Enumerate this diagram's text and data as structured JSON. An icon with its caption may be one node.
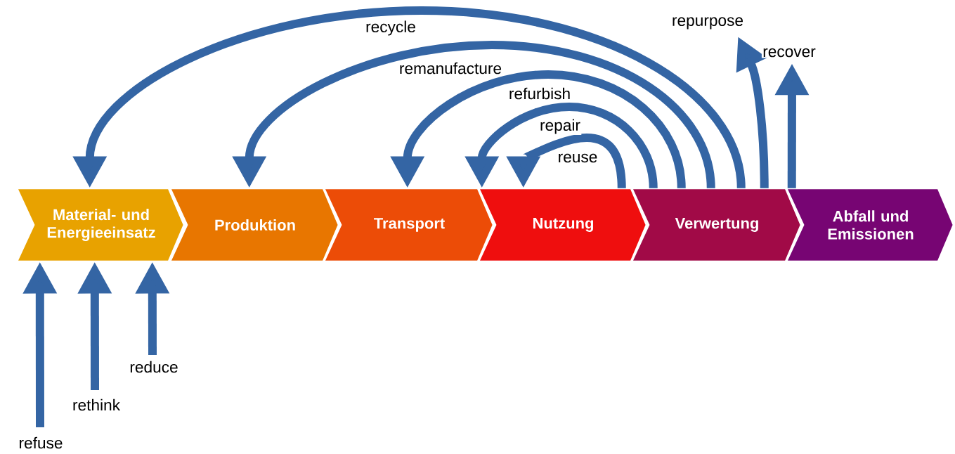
{
  "diagram": {
    "nodes": [
      {
        "text": [
          "Material- und Energieeinsatz"
        ]
      },
      {
        "text": [
          "Produktion"
        ]
      },
      {
        "text": [
          "Transport"
        ]
      },
      {
        "text": [
          "Nutzung"
        ]
      },
      {
        "text": [
          "Verwertung"
        ]
      },
      {
        "text": [
          "Abfall und Emissionen"
        ]
      }
    ],
    "edges": [
      {
        "from": 3,
        "to": 3,
        "arrow": "to",
        "label": "reuse"
      },
      {
        "from": 4,
        "to": 3,
        "arrow": "to",
        "label": "repair"
      },
      {
        "from": 4,
        "to": 2,
        "arrow": "to",
        "label": "refurbish"
      },
      {
        "from": 4,
        "to": 1,
        "arrow": "to",
        "label": "remanufacture"
      },
      {
        "from": 4,
        "to": 0,
        "arrow": "to",
        "label": "recycle"
      },
      {
        "from": 4,
        "to": null,
        "arrow": "to",
        "label": "repurpose"
      },
      {
        "from": 5,
        "to": null,
        "arrow": "to",
        "label": "recover"
      },
      {
        "from": null,
        "to": 0,
        "arrow": "to",
        "label": "refuse"
      },
      {
        "from": null,
        "to": 0,
        "arrow": "to",
        "label": "rethink"
      },
      {
        "from": null,
        "to": 0,
        "arrow": "to",
        "label": "reduce"
      }
    ]
  }
}
